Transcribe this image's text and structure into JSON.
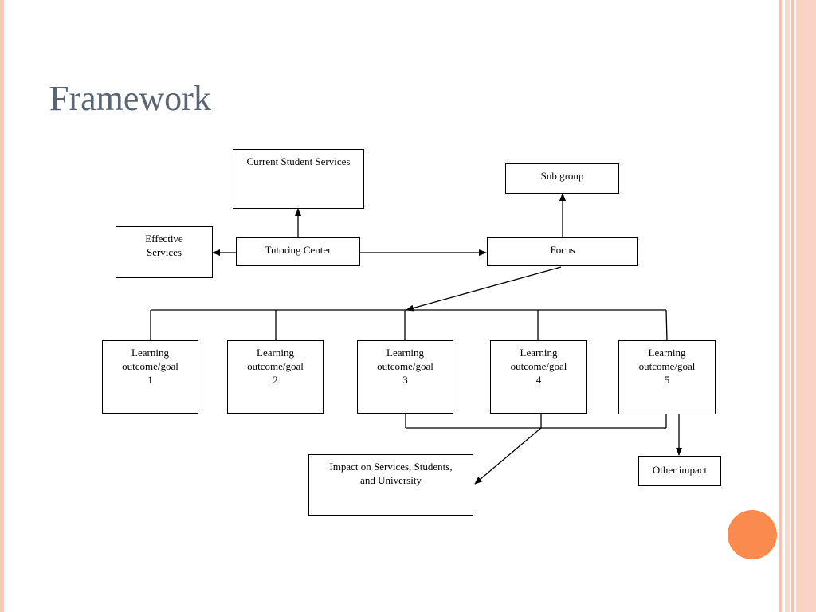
{
  "slide": {
    "title": "Framework",
    "accent_color": "#fb8a4f",
    "border_color": "#f7c3b0"
  },
  "diagram": {
    "nodes": {
      "current_student_services": "Current Student Services",
      "sub_group": "Sub group",
      "effective_services": [
        "Effective",
        "Services"
      ],
      "tutoring_center": "Tutoring Center",
      "focus": "Focus",
      "learning_outcomes": [
        [
          "Learning",
          "outcome/goal",
          "1"
        ],
        [
          "Learning",
          "outcome/goal",
          "2"
        ],
        [
          "Learning",
          "outcome/goal",
          "3"
        ],
        [
          "Learning",
          "outcome/goal",
          "4"
        ],
        [
          "Learning",
          "outcome/goal",
          "5"
        ]
      ],
      "impact": [
        "Impact on Services, Students,",
        "and University"
      ],
      "other_impact": "Other impact"
    }
  }
}
